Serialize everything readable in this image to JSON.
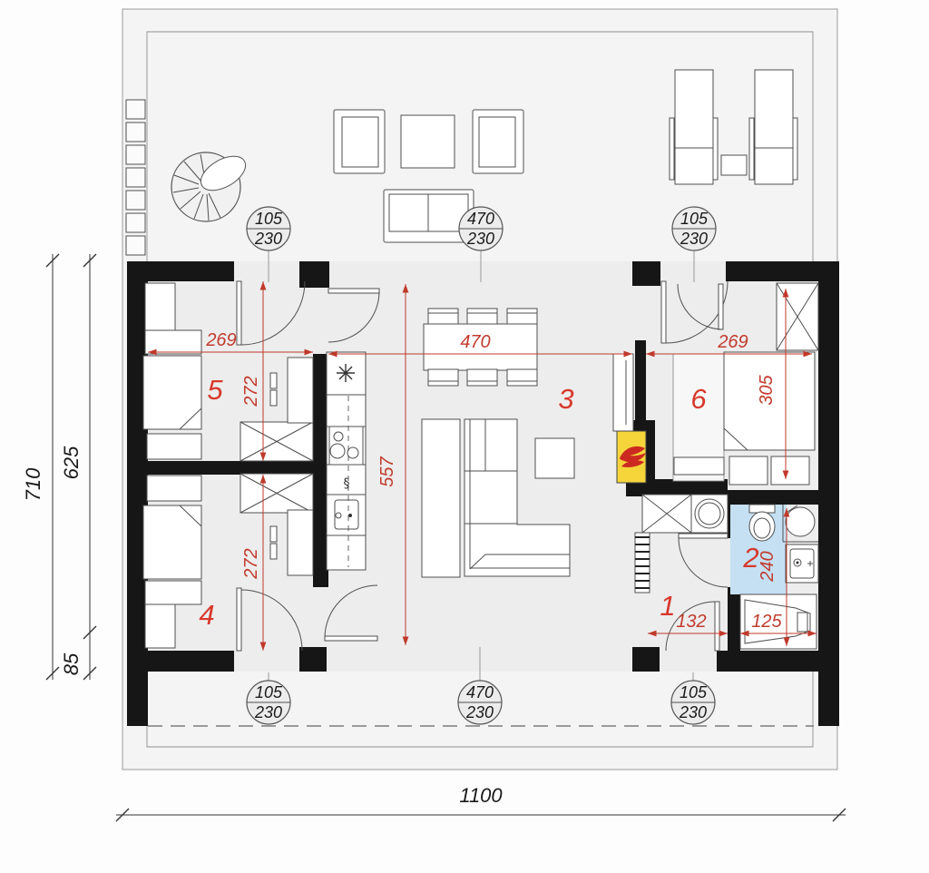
{
  "colors": {
    "wall": "#161616",
    "dim_red": "#c0392b",
    "room_label_red": "#d8382c",
    "bath_floor_blue": "#c5e0f3",
    "fireplace_yellow": "#f5d53a",
    "flame_red": "#cc2a20",
    "floor_grey": "#ededed",
    "plot_grey": "#f4f4f4"
  },
  "rooms": {
    "r1": "1",
    "r2": "2",
    "r3": "3",
    "r4": "4",
    "r5": "5",
    "r6": "6"
  },
  "dims": {
    "room5_width": "269",
    "room6_width": "269",
    "living_width": "470",
    "room5_depth": "272",
    "room4_depth": "272",
    "living_depth": "557",
    "room6_depth": "305",
    "bath_depth": "240",
    "hall_width": "132",
    "tub_width": "125"
  },
  "overall": {
    "plan_width": "1100",
    "plan_depth": "710",
    "upper_depth": "625",
    "lower_depth": "85"
  },
  "badges": {
    "top_left": {
      "w": "105",
      "h": "230"
    },
    "top_center": {
      "w": "470",
      "h": "230"
    },
    "top_right": {
      "w": "105",
      "h": "230"
    },
    "bottom_left": {
      "w": "105",
      "h": "230"
    },
    "bottom_center": {
      "w": "470",
      "h": "230"
    },
    "bottom_right": {
      "w": "105",
      "h": "230"
    }
  },
  "kitchen": {
    "gas_symbol": "§"
  }
}
